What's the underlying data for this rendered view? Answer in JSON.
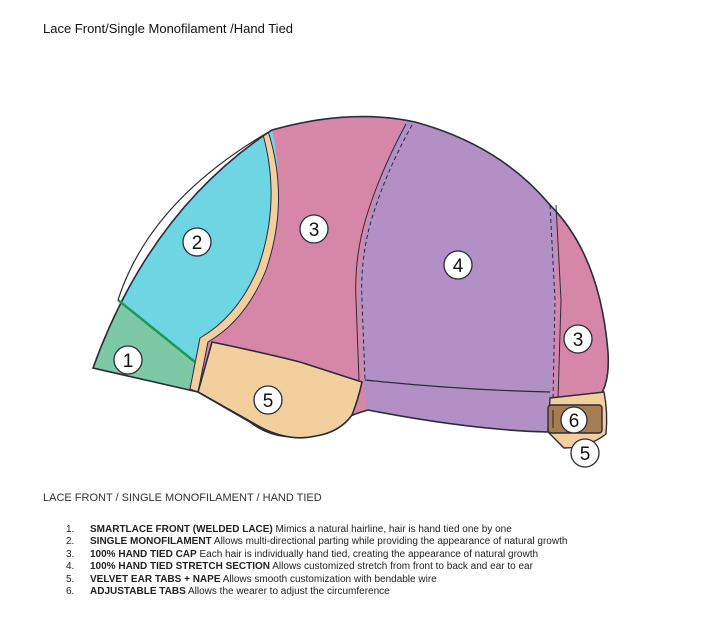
{
  "title": "Lace Front/Single Monofilament /Hand Tied",
  "subtitle": "LACE FRONT / SINGLE MONOFILAMENT / HAND TIED",
  "colors": {
    "lace_front": "#7dc9a5",
    "monofilament": "#6ed5e3",
    "hand_tied_cap": "#d687a8",
    "stretch_section": "#b28fc4",
    "ear_tabs": "#f2cf9d",
    "adjustable_tabs": "#a67c52",
    "outline": "#2b2b3a"
  },
  "callouts": [
    {
      "label": "1",
      "zone": "lace_front"
    },
    {
      "label": "2",
      "zone": "monofilament"
    },
    {
      "label": "3",
      "zone": "hand_tied_cap"
    },
    {
      "label": "4",
      "zone": "stretch_section"
    },
    {
      "label": "3",
      "zone": "hand_tied_cap"
    },
    {
      "label": "5",
      "zone": "ear_tabs"
    },
    {
      "label": "6",
      "zone": "adjustable_tabs"
    },
    {
      "label": "5",
      "zone": "ear_tabs"
    }
  ],
  "legend": [
    {
      "num": "1.",
      "name": "SMARTLACE FRONT (WELDED LACE)",
      "desc": "Mimics a natural hairline, hair is hand tied one by one"
    },
    {
      "num": "2.",
      "name": "SINGLE MONOFILAMENT",
      "desc": "Allows multi-directional parting while providing the appearance of natural growth"
    },
    {
      "num": "3.",
      "name": "100% HAND TIED CAP",
      "desc": "Each hair is individually hand tied, creating the appearance of natural growth"
    },
    {
      "num": "4.",
      "name": "100% HAND TIED STRETCH SECTION",
      "desc": "Allows customized stretch from front to back and ear to ear"
    },
    {
      "num": "5.",
      "name": "VELVET EAR TABS + NAPE",
      "desc": "Allows smooth customization with bendable wire"
    },
    {
      "num": "6.",
      "name": "ADJUSTABLE TABS",
      "desc": "Allows the wearer to adjust the circumference"
    }
  ]
}
